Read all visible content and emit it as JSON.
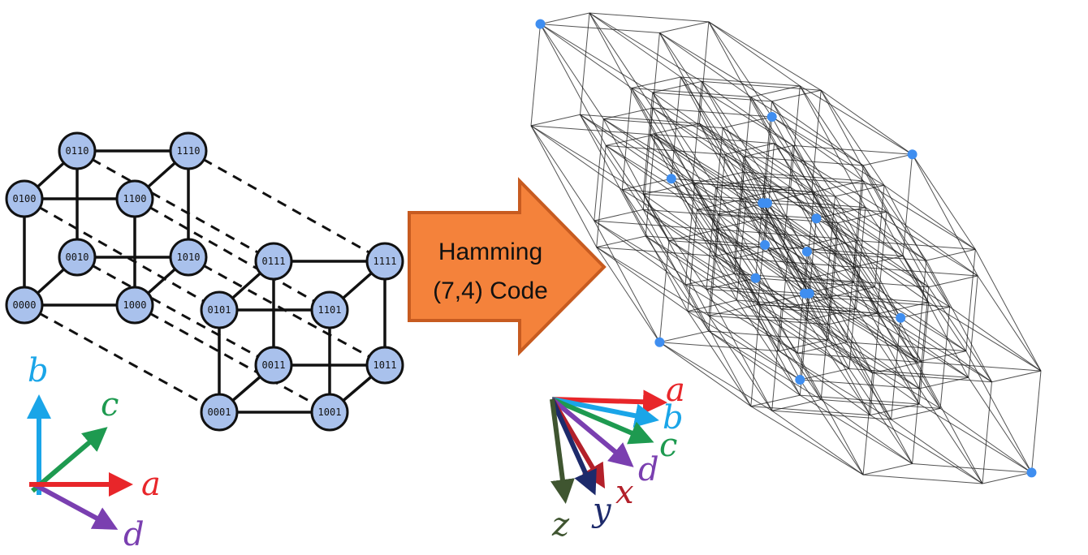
{
  "colors": {
    "node_fill": "#a9c1ec",
    "node_stroke": "#111111",
    "arrow_fill": "#f4823b",
    "arrow_stroke": "#c75b20",
    "lattice_line": "#1a1a1a",
    "lattice_dot": "#3f8ef0",
    "axis_a": "#e8262a",
    "axis_b": "#1aa5e8",
    "axis_c": "#1e9a50",
    "axis_d": "#7a3fb0",
    "axis_x": "#b3202a",
    "axis_y": "#1d2a6b",
    "axis_z": "#3f5530"
  },
  "hypercube": {
    "nodes": [
      {
        "id": "0110",
        "label": "0110"
      },
      {
        "id": "1110",
        "label": "1110"
      },
      {
        "id": "0100",
        "label": "0100"
      },
      {
        "id": "1100",
        "label": "1100"
      },
      {
        "id": "0010",
        "label": "0010"
      },
      {
        "id": "1010",
        "label": "1010"
      },
      {
        "id": "0000",
        "label": "0000"
      },
      {
        "id": "1000",
        "label": "1000"
      },
      {
        "id": "0111",
        "label": "0111"
      },
      {
        "id": "1111",
        "label": "1111"
      },
      {
        "id": "0101",
        "label": "0101"
      },
      {
        "id": "1101",
        "label": "1101"
      },
      {
        "id": "0011",
        "label": "0011"
      },
      {
        "id": "1011",
        "label": "1011"
      },
      {
        "id": "0001",
        "label": "0001"
      },
      {
        "id": "1001",
        "label": "1001"
      }
    ],
    "solid_edges": [
      [
        "0110",
        "1110"
      ],
      [
        "0100",
        "1100"
      ],
      [
        "0010",
        "1010"
      ],
      [
        "0000",
        "1000"
      ],
      [
        "0110",
        "0100"
      ],
      [
        "1110",
        "1100"
      ],
      [
        "0010",
        "0000"
      ],
      [
        "1010",
        "1000"
      ],
      [
        "0110",
        "0010"
      ],
      [
        "1110",
        "1010"
      ],
      [
        "0100",
        "0000"
      ],
      [
        "1100",
        "1000"
      ],
      [
        "0111",
        "1111"
      ],
      [
        "0101",
        "1101"
      ],
      [
        "0011",
        "1011"
      ],
      [
        "0001",
        "1001"
      ],
      [
        "0111",
        "0101"
      ],
      [
        "1111",
        "1101"
      ],
      [
        "0011",
        "0001"
      ],
      [
        "1011",
        "1001"
      ],
      [
        "0111",
        "0011"
      ],
      [
        "1111",
        "1011"
      ],
      [
        "0101",
        "0001"
      ],
      [
        "1101",
        "1001"
      ]
    ],
    "dashed_edges": [
      [
        "0110",
        "0111"
      ],
      [
        "1110",
        "1111"
      ],
      [
        "0100",
        "0101"
      ],
      [
        "1100",
        "1101"
      ],
      [
        "0010",
        "0011"
      ],
      [
        "1010",
        "1011"
      ],
      [
        "0000",
        "0001"
      ],
      [
        "1000",
        "1001"
      ]
    ]
  },
  "left_axes": {
    "labels": {
      "a": "a",
      "b": "b",
      "c": "c",
      "d": "d"
    }
  },
  "arrow": {
    "line1": "Hamming",
    "line2": "(7,4) Code"
  },
  "right_axes": {
    "labels": {
      "a": "a",
      "b": "b",
      "c": "c",
      "d": "d",
      "x": "x",
      "y": "y",
      "z": "z"
    }
  }
}
